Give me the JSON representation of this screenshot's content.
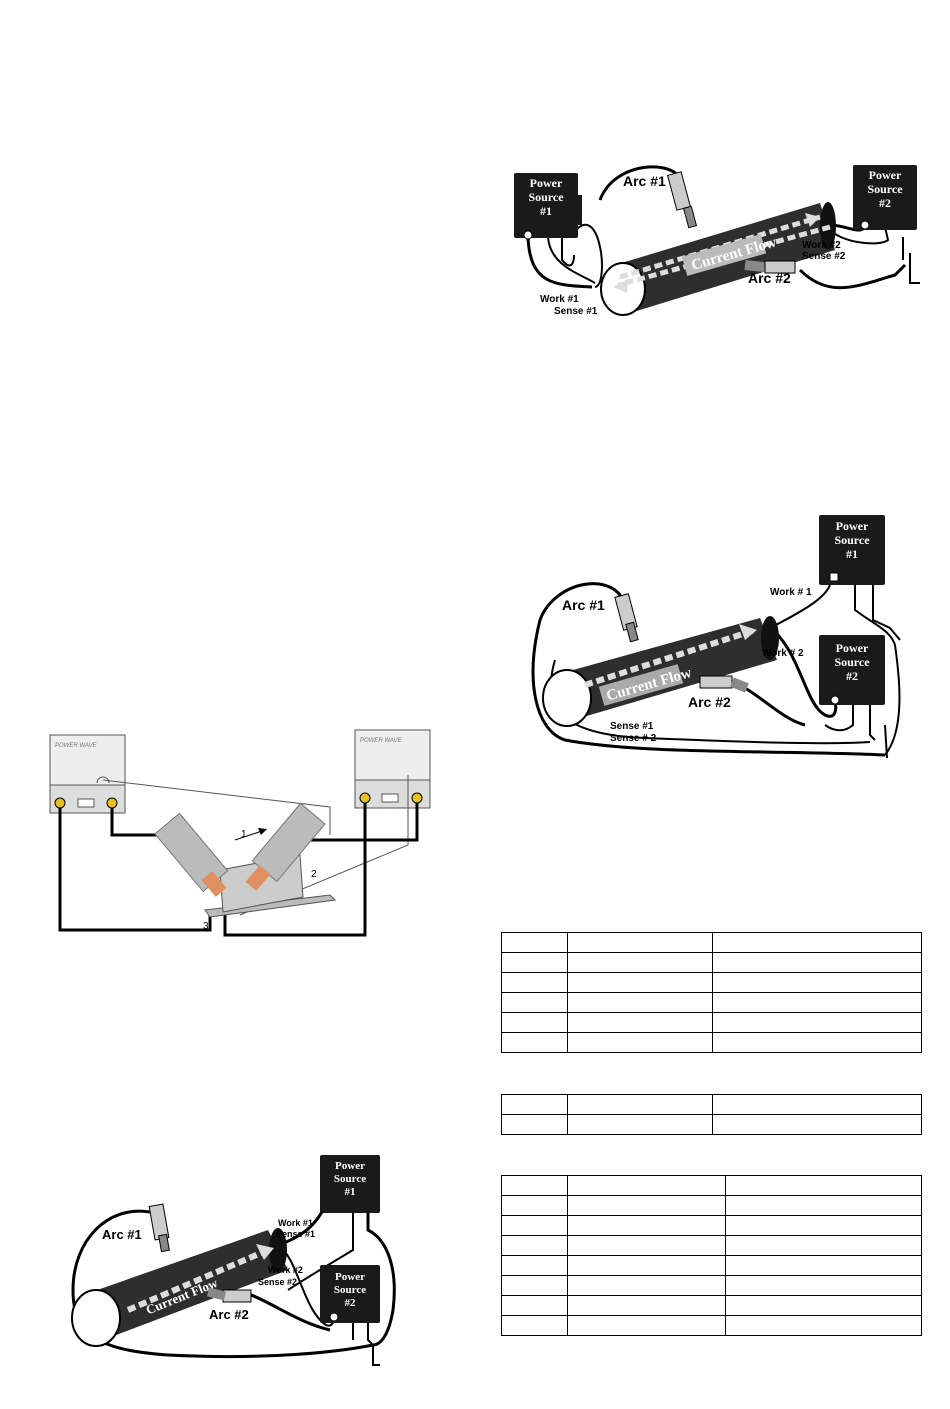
{
  "fig_top_right": {
    "ps1": [
      "Power",
      "Source",
      "#1"
    ],
    "ps2": [
      "Power",
      "Source",
      "#2"
    ],
    "arc1": "Arc  #1",
    "arc2": "Arc  #2",
    "current_flow": "Current Flow",
    "work1": "Work #1",
    "sense1": "Sense  #1",
    "work2": "Work #2",
    "sense2": "Sense  #2"
  },
  "fig_mid_right": {
    "ps1": [
      "Power",
      "Source",
      "#1"
    ],
    "ps2": [
      "Power",
      "Source",
      "#2"
    ],
    "arc1": "Arc  #1",
    "arc2": "Arc  #2",
    "current_flow": "Current Flow",
    "work1": "Work # 1",
    "work2": "Work # 2",
    "sense1": "Sense  #1",
    "sense2": "Sense  # 2"
  },
  "fig_powerwave": {
    "unit_label": "POWER WAVE",
    "n1": "1",
    "n2": "2",
    "n3": "3"
  },
  "fig_bottom_left": {
    "ps1": [
      "Power",
      "Source",
      "#1"
    ],
    "ps2": [
      "Power",
      "Source",
      "#2"
    ],
    "arc1": "Arc  #1",
    "arc2": "Arc  #2",
    "current_flow": "Current Flow",
    "work1": "Work #1",
    "sense1": "Sense #1",
    "work2": "Work  #2",
    "sense2": "Sense  #2"
  },
  "tables": {
    "table1_rows": 6,
    "table2_rows": 2,
    "table3_rows": 8
  }
}
